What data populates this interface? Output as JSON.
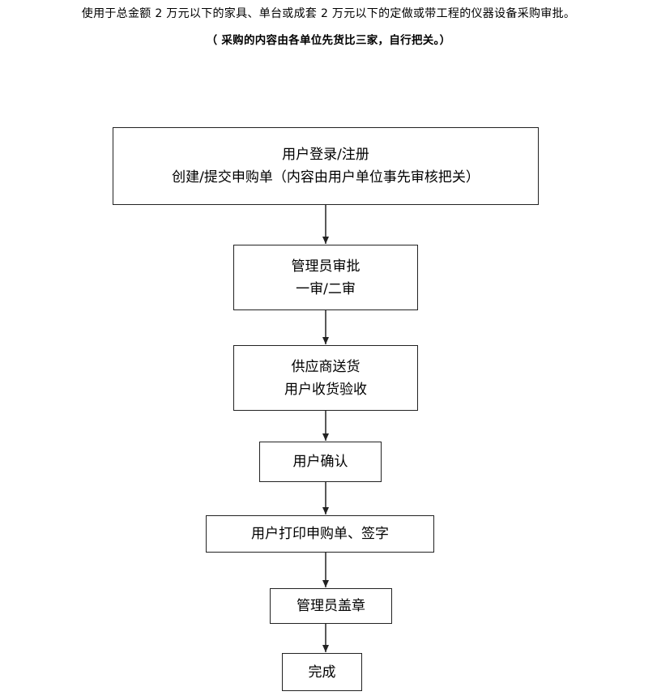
{
  "notes": {
    "line1": "使用于总金额 2 万元以下的家具、单台或成套 2 万元以下的定做或带工程的仪器设备采购审批。",
    "line2": "（ 采购的内容由各单位先货比三家，自行把关。）"
  },
  "steps": [
    {
      "line1": "用户登录/注册",
      "line2": "创建/提交申购单（内容由用户单位事先审核把关）"
    },
    {
      "line1": "管理员审批",
      "line2": "一审/二审"
    },
    {
      "line1": "供应商送货",
      "line2": "用户收货验收"
    },
    {
      "line1": "用户确认"
    },
    {
      "line1": "用户打印申购单、签字"
    },
    {
      "line1": "管理员盖章"
    },
    {
      "line1": "完成"
    }
  ]
}
